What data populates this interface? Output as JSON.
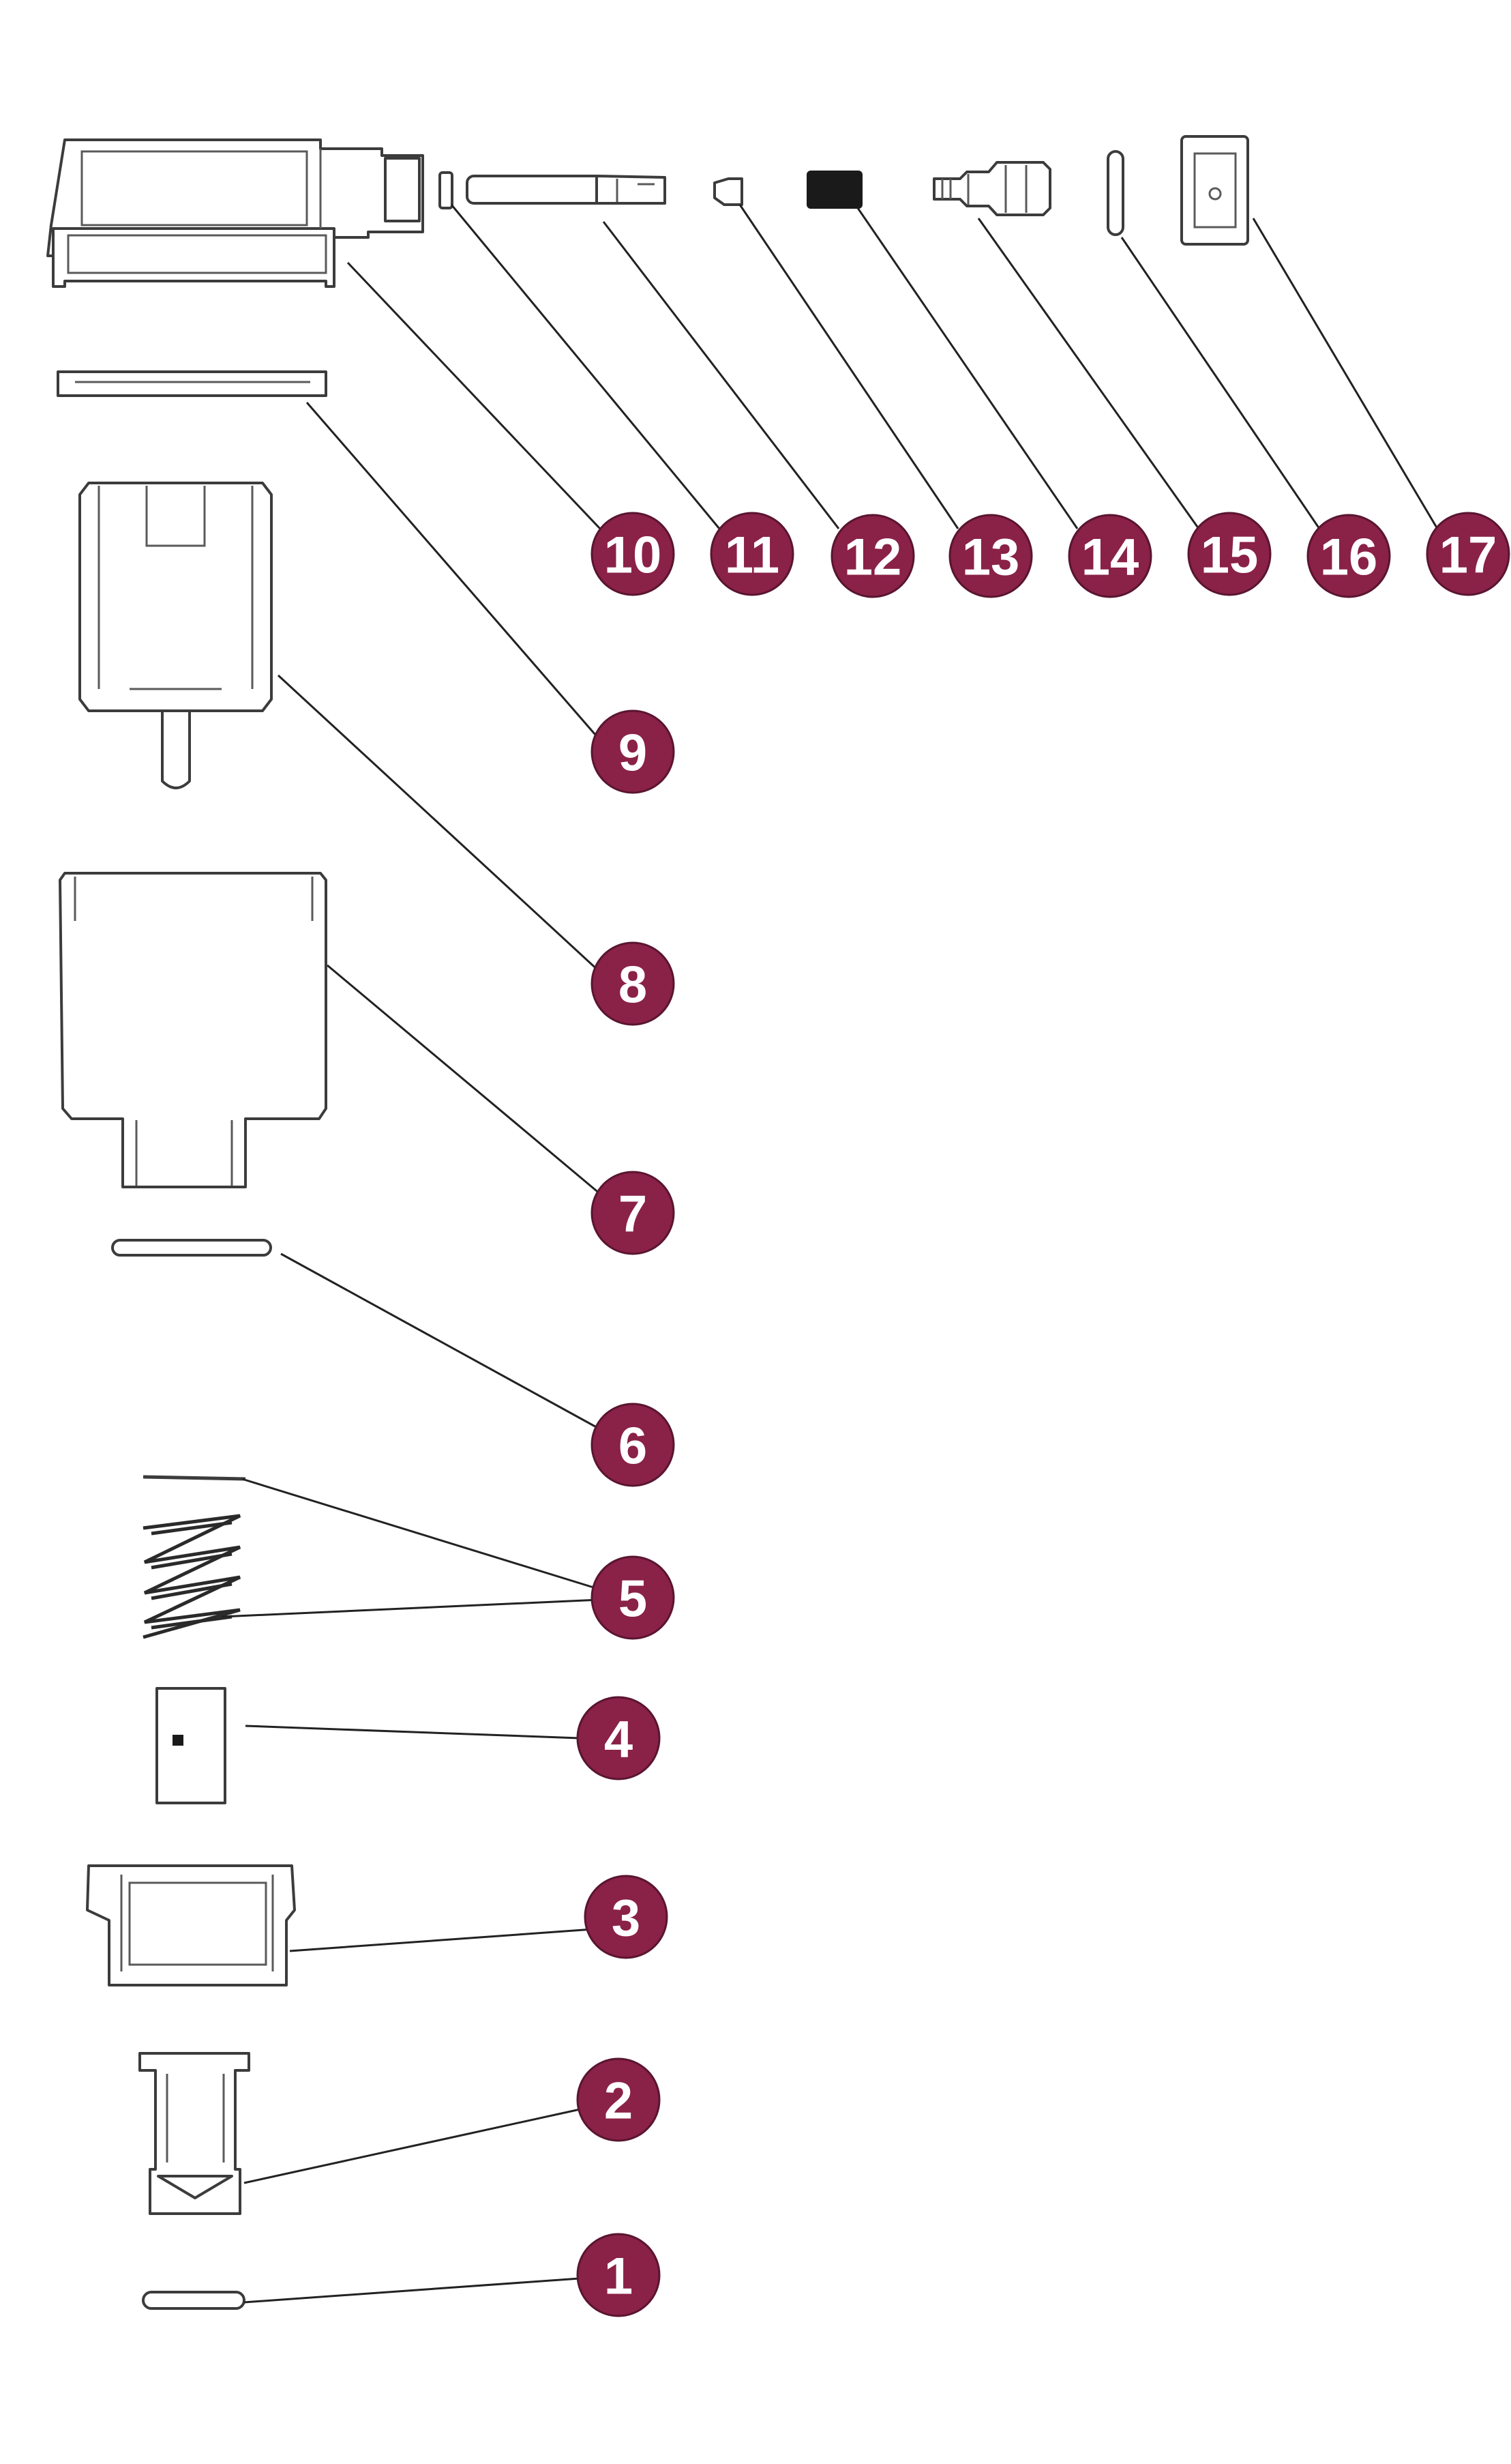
{
  "colors": {
    "callout_fill": "#8a2147",
    "callout_text": "#ffffff",
    "line": "#222222"
  },
  "callouts": [
    {
      "id": "1",
      "label": "1"
    },
    {
      "id": "2",
      "label": "2"
    },
    {
      "id": "3",
      "label": "3"
    },
    {
      "id": "4",
      "label": "4"
    },
    {
      "id": "5",
      "label": "5"
    },
    {
      "id": "6",
      "label": "6"
    },
    {
      "id": "7",
      "label": "7"
    },
    {
      "id": "8",
      "label": "8"
    },
    {
      "id": "9",
      "label": "9"
    },
    {
      "id": "10",
      "label": "10"
    },
    {
      "id": "11",
      "label": "11"
    },
    {
      "id": "12",
      "label": "12"
    },
    {
      "id": "13",
      "label": "13"
    },
    {
      "id": "14",
      "label": "14"
    },
    {
      "id": "15",
      "label": "15"
    },
    {
      "id": "16",
      "label": "16"
    },
    {
      "id": "17",
      "label": "17"
    }
  ]
}
